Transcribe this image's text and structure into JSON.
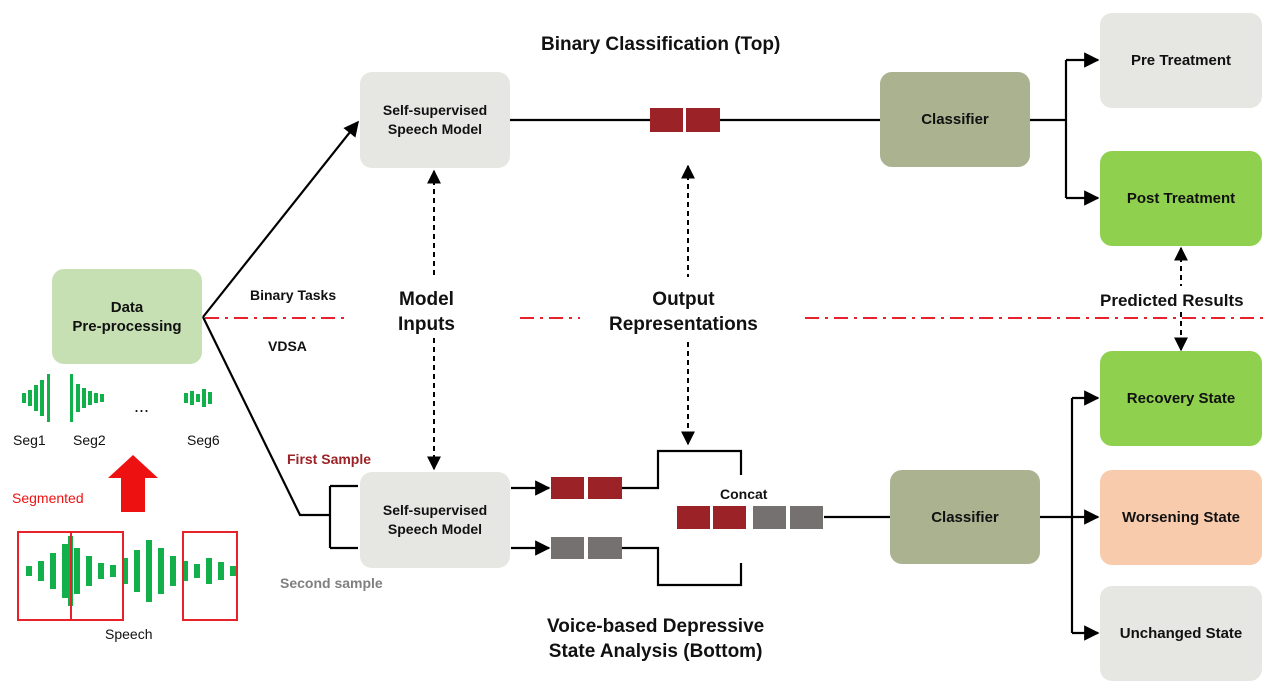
{
  "title_top": "Binary Classification (Top)",
  "title_bottom_line1": "Voice-based Depressive",
  "title_bottom_line2": "State Analysis (Bottom)",
  "preprocessing": {
    "line1": "Data",
    "line2": "Pre-processing"
  },
  "ssl_top": {
    "line1": "Self-supervised",
    "line2": "Speech Model"
  },
  "ssl_bottom": {
    "line1": "Self-supervised",
    "line2": "Speech Model"
  },
  "classifier_top": "Classifier",
  "classifier_bottom": "Classifier",
  "outputs_top": [
    "Pre Treatment",
    "Post Treatment"
  ],
  "outputs_bottom": [
    "Recovery State",
    "Worsening State",
    "Unchanged State"
  ],
  "labels": {
    "binary_tasks": "Binary Tasks",
    "vdsa": "VDSA",
    "model_inputs_1": "Model",
    "model_inputs_2": "Inputs",
    "output_repr_1": "Output",
    "output_repr_2": "Representations",
    "predicted_results": "Predicted Results",
    "first_sample": "First Sample",
    "second_sample": "Second sample",
    "concat": "Concat",
    "segmented": "Segmented",
    "speech": "Speech",
    "seg1": "Seg1",
    "seg2": "Seg2",
    "seg6": "Seg6",
    "ellipsis": "..."
  },
  "colors": {
    "gray_box": "#e6e6e2",
    "preproc_green": "#c6e0b4",
    "bright_green": "#8fd14f",
    "classifier": "#aab28f",
    "worsening": "#f8cbad",
    "dark_red": "#9b2226",
    "gray_block": "#767171",
    "red_dash": "#e8222b",
    "wave_green": "#12b04a",
    "first_sample_text": "#9b2226",
    "second_sample_text": "#7f7f7f"
  }
}
